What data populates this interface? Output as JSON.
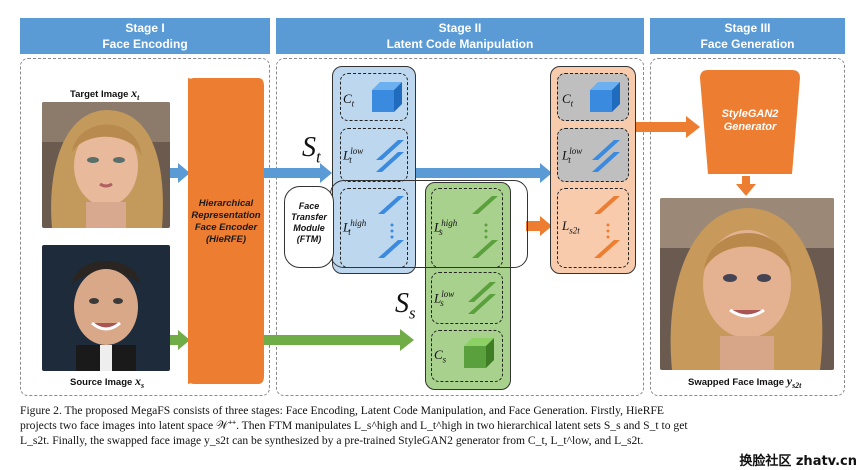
{
  "stages": [
    {
      "title": "Stage I",
      "subtitle": "Face Encoding"
    },
    {
      "title": "Stage II",
      "subtitle": "Latent Code Manipulation"
    },
    {
      "title": "Stage III",
      "subtitle": "Face Generation"
    }
  ],
  "images": {
    "target_label": "Target Image",
    "target_var": "x",
    "target_sub": "t",
    "source_label": "Source Image",
    "source_var": "x",
    "source_sub": "s",
    "swapped_label": "Swapped Face Image",
    "swapped_var": "y",
    "swapped_sub": "s2t"
  },
  "encoder": {
    "line1": "Hierarchical",
    "line2": "Representation",
    "line3": "Face Encoder",
    "line4": "(HieRFE)"
  },
  "ftm": {
    "line1": "Face",
    "line2": "Transfer",
    "line3": "Module",
    "line4": "(FTM)"
  },
  "sets": {
    "st": "S",
    "st_sub": "t",
    "ss": "S",
    "ss_sub": "s"
  },
  "codes": {
    "target": [
      {
        "base": "C",
        "sub": "t",
        "sup": ""
      },
      {
        "base": "L",
        "sub": "t",
        "sup": "low"
      },
      {
        "base": "L",
        "sub": "t",
        "sup": "high"
      }
    ],
    "source": [
      {
        "base": "L",
        "sub": "s",
        "sup": "high"
      },
      {
        "base": "L",
        "sub": "s",
        "sup": "low"
      },
      {
        "base": "C",
        "sub": "s",
        "sup": ""
      }
    ],
    "output": [
      {
        "base": "C",
        "sub": "t",
        "sup": ""
      },
      {
        "base": "L",
        "sub": "t",
        "sup": "low"
      },
      {
        "base": "L",
        "sub": "s2t",
        "sup": ""
      }
    ]
  },
  "generator": {
    "line1": "StyleGAN2",
    "line2": "Generator"
  },
  "caption": {
    "line1": "Figure 2. The proposed MegaFS consists of three stages: Face Encoding, Latent Code Manipulation, and Face Generation. Firstly, HieRFE",
    "line2": "projects two face images into latent space 𝒲⁺⁺. Then FTM manipulates L_s^high and L_t^high in two hierarchical latent sets S_s and S_t to get",
    "line3": "L_s2t. Finally, the swapped face image y_s2t can be synthesized by a pre-trained StyleGAN2 generator from C_t, L_t^low, and L_s2t."
  },
  "watermark": "换脸社区 zhatv.cn",
  "colors": {
    "header_blue": "#5b9bd5",
    "encoder_orange": "#ed7d31",
    "target_blue": "#bdd7ee",
    "source_green": "#a9d18e",
    "output_orange": "#f8cbad",
    "code_gray": "#bfbfbf",
    "arrow_blue": "#5b9bd5",
    "arrow_green": "#70ad47",
    "arrow_orange": "#ed7d31"
  }
}
